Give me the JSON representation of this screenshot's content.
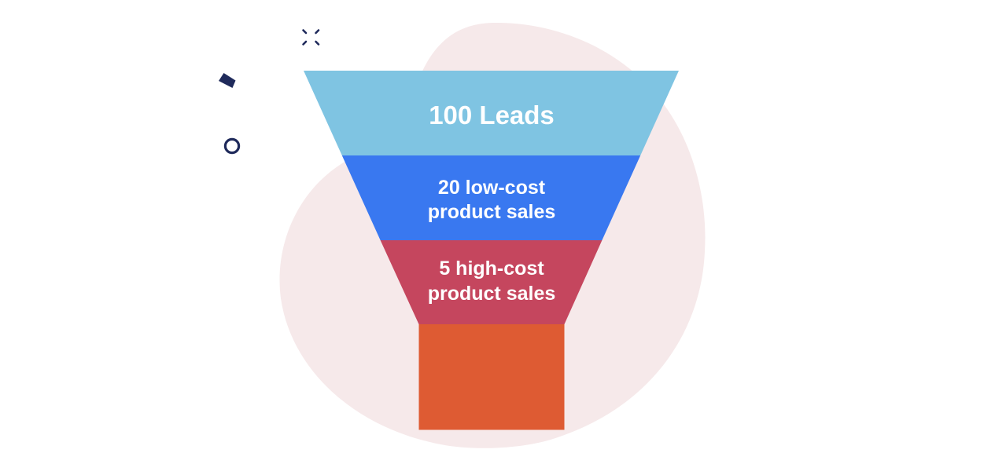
{
  "diagram": {
    "type": "funnel",
    "title": "",
    "stages": [
      {
        "id": "leads",
        "lines": [
          "100 Leads"
        ],
        "value": 100,
        "label": "Leads",
        "color": "#7FC4E2"
      },
      {
        "id": "low-cost",
        "lines": [
          "20 low-cost",
          "product sales"
        ],
        "value": 20,
        "label": "low-cost product sales",
        "color": "#3978F0"
      },
      {
        "id": "high-cost",
        "lines": [
          "5 high-cost",
          "product sales"
        ],
        "value": 5,
        "label": "high-cost product sales",
        "color": "#C5465E"
      },
      {
        "id": "spout",
        "lines": [],
        "value": null,
        "label": "",
        "color": "#DE5B33"
      }
    ],
    "background_blob_color": "#F6E9EA",
    "decoration_color": "#1F2A5B",
    "decorations": [
      "sparkle-icon",
      "trapezoid-shape",
      "ring-icon"
    ]
  },
  "chart_data": {
    "type": "funnel",
    "title": "",
    "categories": [
      "Leads",
      "low-cost product sales",
      "high-cost product sales"
    ],
    "values": [
      100,
      20,
      5
    ],
    "labels": [
      "100 Leads",
      "20 low-cost product sales",
      "5 high-cost product sales"
    ],
    "colors": [
      "#7FC4E2",
      "#3978F0",
      "#C5465E",
      "#DE5B33"
    ]
  }
}
